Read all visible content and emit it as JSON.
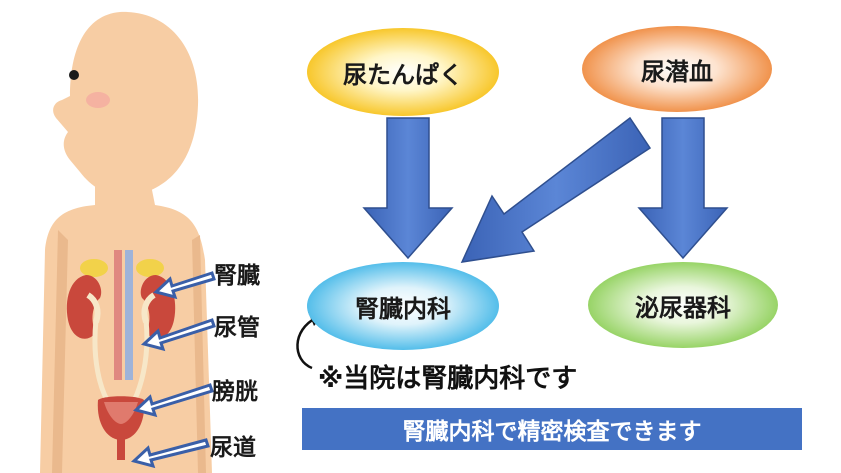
{
  "nodes": {
    "urine_protein": "尿たんぱく",
    "urine_blood": "尿潜血",
    "nephrology": "腎臓内科",
    "urology": "泌尿器科"
  },
  "organs": {
    "kidney": "腎臓",
    "ureter": "尿管",
    "bladder": "膀胱",
    "urethra": "尿道"
  },
  "note": "※当院は腎臓内科です",
  "banner": "腎臓内科で精密検査できます",
  "colors": {
    "arrow_fill": "#4472c4",
    "banner": "#4472c4",
    "protein": "#f7c21b",
    "blood": "#ef8a3e",
    "nephrology": "#45b8e8",
    "urology": "#8fd05a"
  }
}
